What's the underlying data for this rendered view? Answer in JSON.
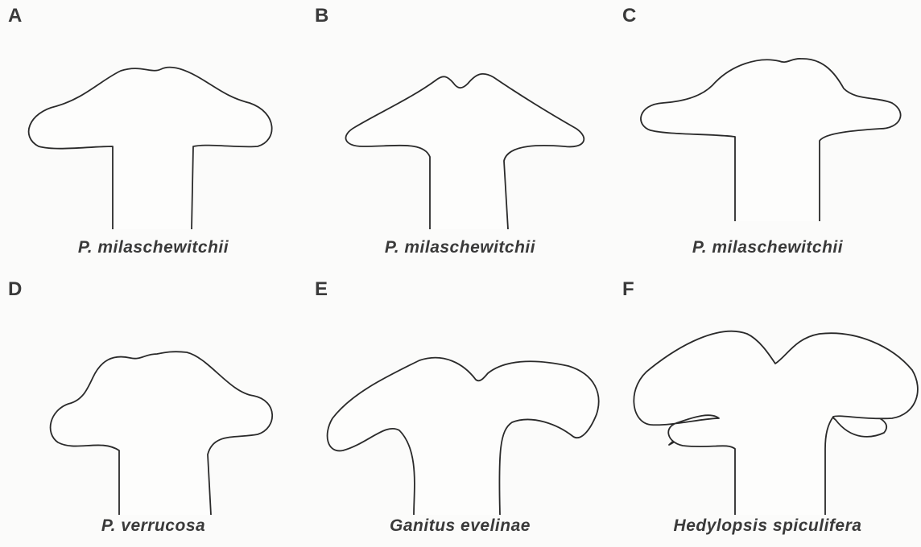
{
  "figure": {
    "panels": [
      {
        "letter": "A",
        "species": "P. milaschewitchii"
      },
      {
        "letter": "B",
        "species": "P. milaschewitchii"
      },
      {
        "letter": "C",
        "species": "P. milaschewitchii"
      },
      {
        "letter": "D",
        "species": "P. verrucosa"
      },
      {
        "letter": "E",
        "species": "Ganitus evelinae"
      },
      {
        "letter": "F",
        "species": "Hedylopsis spiculifera"
      }
    ]
  }
}
